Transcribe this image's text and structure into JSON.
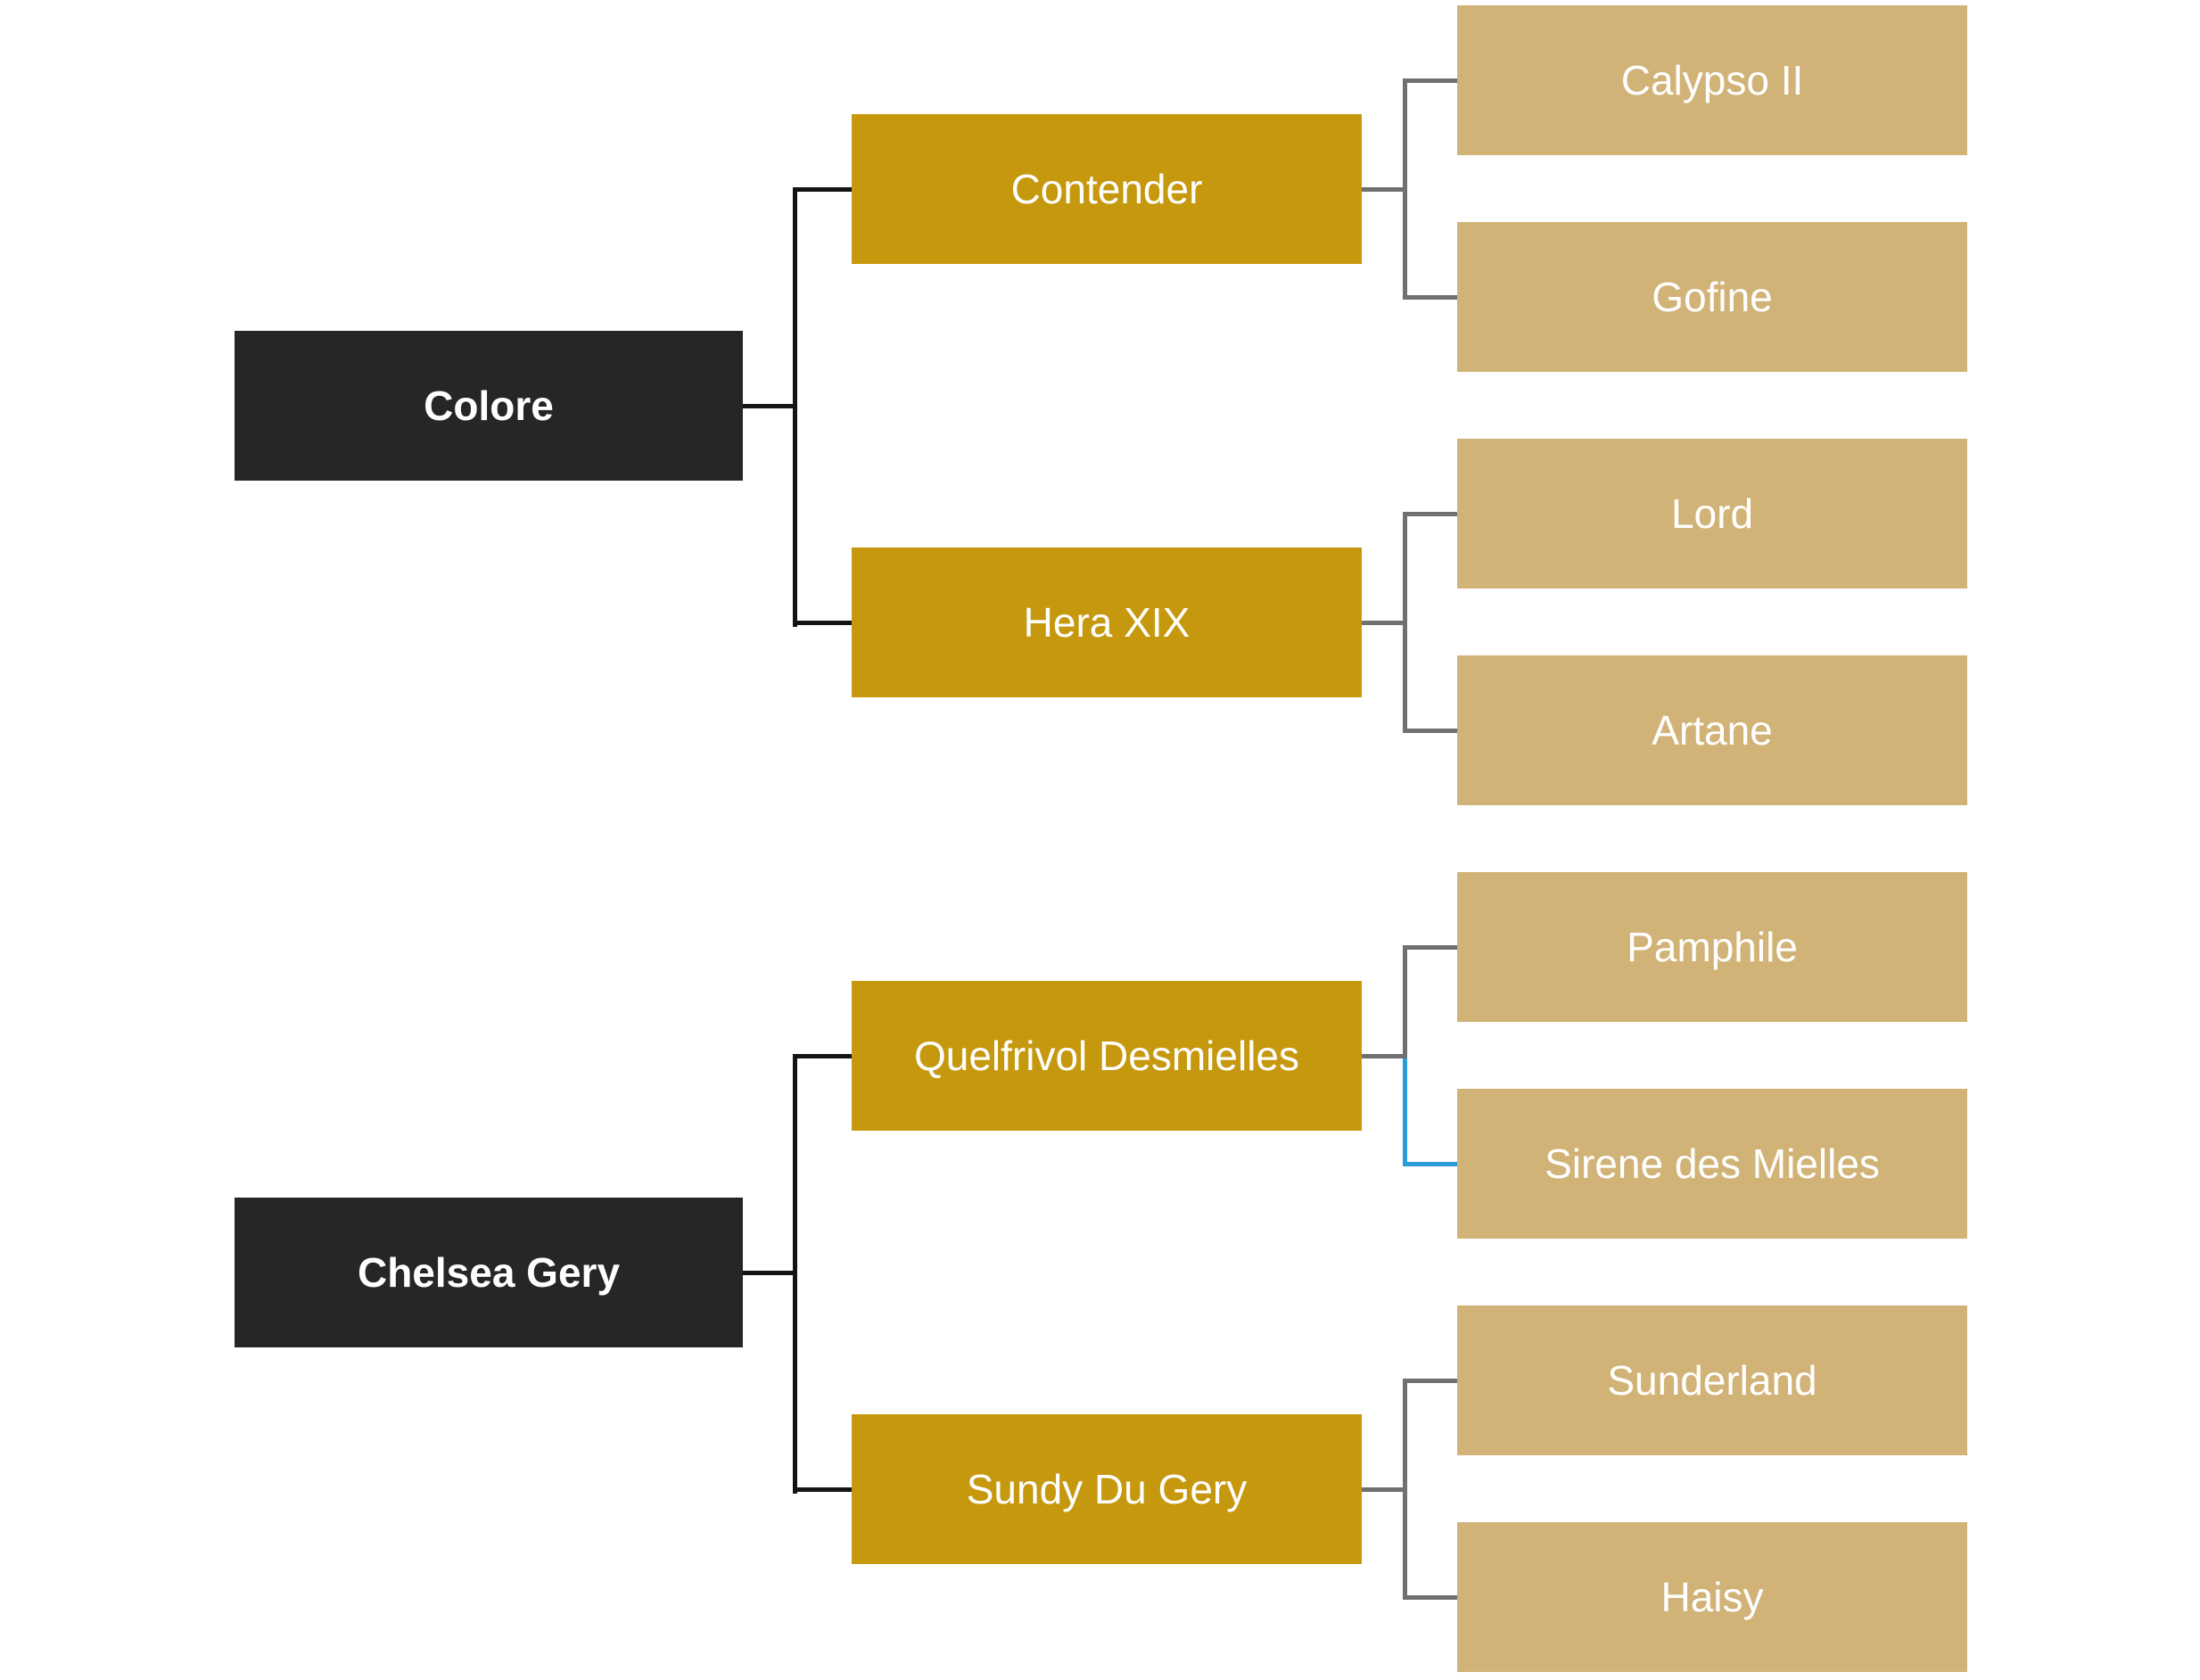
{
  "diagram": {
    "type": "pedigree-tree",
    "orientation": "left-to-right",
    "background": "#FFFFFF"
  },
  "colors": {
    "root_box": "#262626",
    "parent_box": "#C6980E",
    "grandparent_box": "#D1B377",
    "text": "#FFFFFF",
    "connector_root": "#141414",
    "connector_parent": "#707070",
    "connector_highlight": "#2A9DD8"
  },
  "highlighted_connector": {
    "from": "Quelfrivol Desmielles",
    "to": "Sirene des Mielles",
    "color": "#2A9DD8"
  },
  "trees": [
    {
      "root": {
        "label": "Colore"
      },
      "parents": [
        {
          "label": "Contender",
          "children": [
            {
              "label": "Calypso II"
            },
            {
              "label": "Gofine"
            }
          ]
        },
        {
          "label": "Hera XIX",
          "children": [
            {
              "label": "Lord"
            },
            {
              "label": "Artane"
            }
          ]
        }
      ]
    },
    {
      "root": {
        "label": "Chelsea Gery"
      },
      "parents": [
        {
          "label": "Quelfrivol Desmielles",
          "children": [
            {
              "label": "Pamphile"
            },
            {
              "label": "Sirene des Mielles"
            }
          ]
        },
        {
          "label": "Sundy Du Gery",
          "children": [
            {
              "label": "Sunderland"
            },
            {
              "label": "Haisy"
            }
          ]
        }
      ]
    }
  ]
}
